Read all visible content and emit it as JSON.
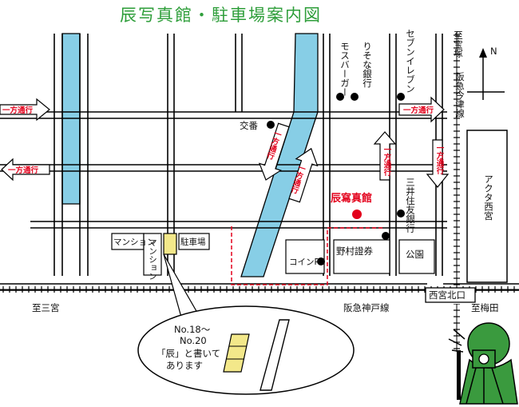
{
  "title": "辰写真館・駐車場案内図",
  "north": "N",
  "labels": {
    "hozuka": "至宝塚",
    "hankyu_imazu": "阪急今津線",
    "mos_burger": "モスバーガー",
    "risona": "りそな銀行",
    "seven_eleven": "セブンイレブン",
    "koban": "交番",
    "sumitomo": "三井住友銀行",
    "akuta": "アクタ西宮",
    "studio": "辰寫真館",
    "mansion_h": "マンション",
    "mansion_v": "マンション",
    "parking": "駐車場",
    "coin_p": "コインP",
    "nomura": "野村證券",
    "koen": "公園",
    "station": "西宮北口",
    "sannomiya": "至三宮",
    "kobe_line": "阪急神戸線",
    "umeda": "至梅田",
    "callout_no": "No.18～",
    "callout_no2": "No.20",
    "callout_text1": "「辰」と書いて",
    "callout_text2": "あります"
  },
  "one_way_label": "一方通行",
  "colors": {
    "title": "#2e9e3a",
    "river": "#87cee6",
    "red": "#e3001b",
    "parking_slot": "#f3e88a",
    "photographer": "#3a9a3e"
  }
}
